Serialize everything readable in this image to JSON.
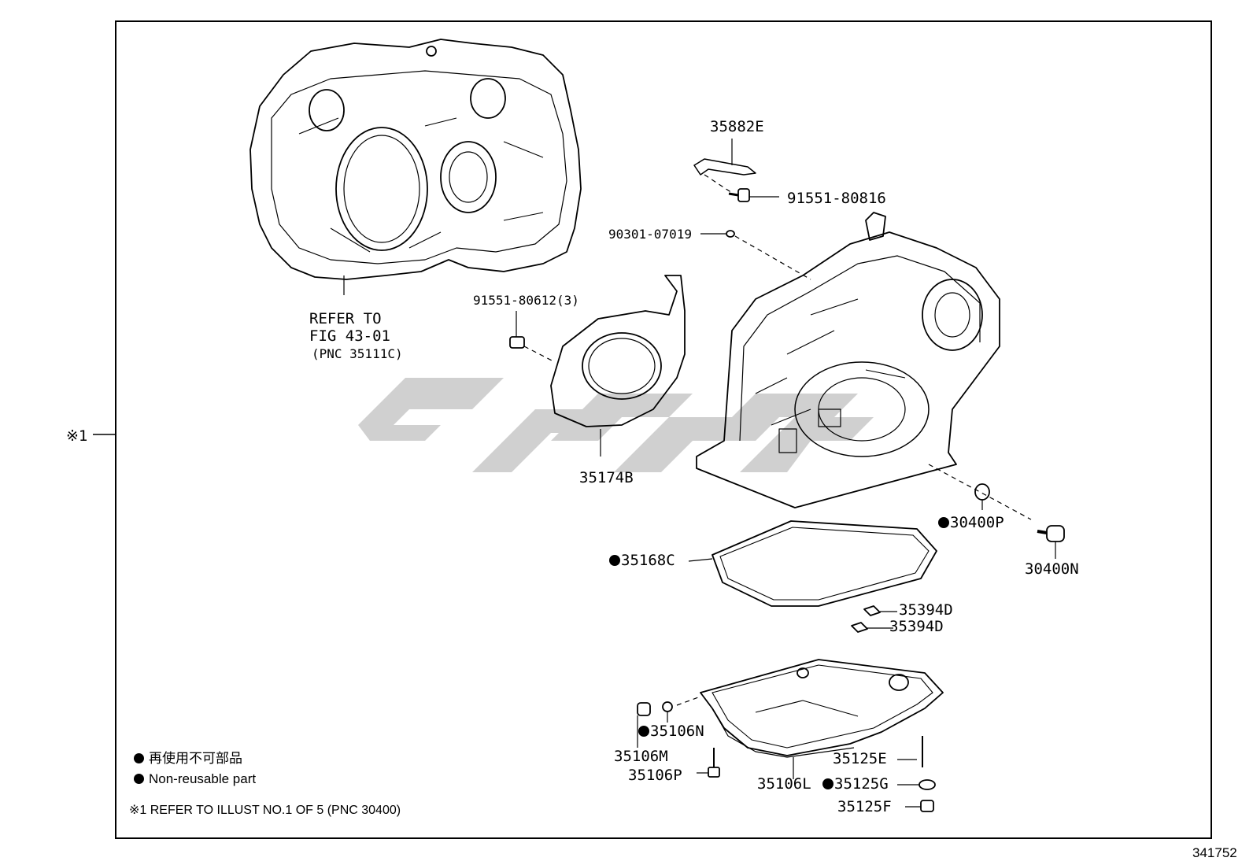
{
  "diagram": {
    "figure_number": "341752",
    "side_note": "※1",
    "housing_ref": {
      "line1": "REFER TO",
      "line2": "FIG 43-01",
      "line3": "(PNC 35111C)"
    },
    "parts": {
      "p35882E": "35882E",
      "p91551_80816": "91551-80816",
      "p90301_07019": "90301-07019",
      "p91551_80612": "91551-80612(3)",
      "p35174B": "35174B",
      "p30400P": "30400P",
      "p30400N": "30400N",
      "p35168C": "35168C",
      "p35394D_a": "35394D",
      "p35394D_b": "35394D",
      "p35106N": "35106N",
      "p35106M": "35106M",
      "p35106P": "35106P",
      "p35106L": "35106L",
      "p35125E": "35125E",
      "p35125G": "35125G",
      "p35125F": "35125F"
    },
    "legend": {
      "jp": "再使用不可部品",
      "en": "Non-reusable part",
      "note": "※1 REFER TO ILLUST NO.1 OF 5 (PNC 30400)"
    },
    "colors": {
      "line": "#000000",
      "watermark": "#c8c8c8"
    }
  }
}
